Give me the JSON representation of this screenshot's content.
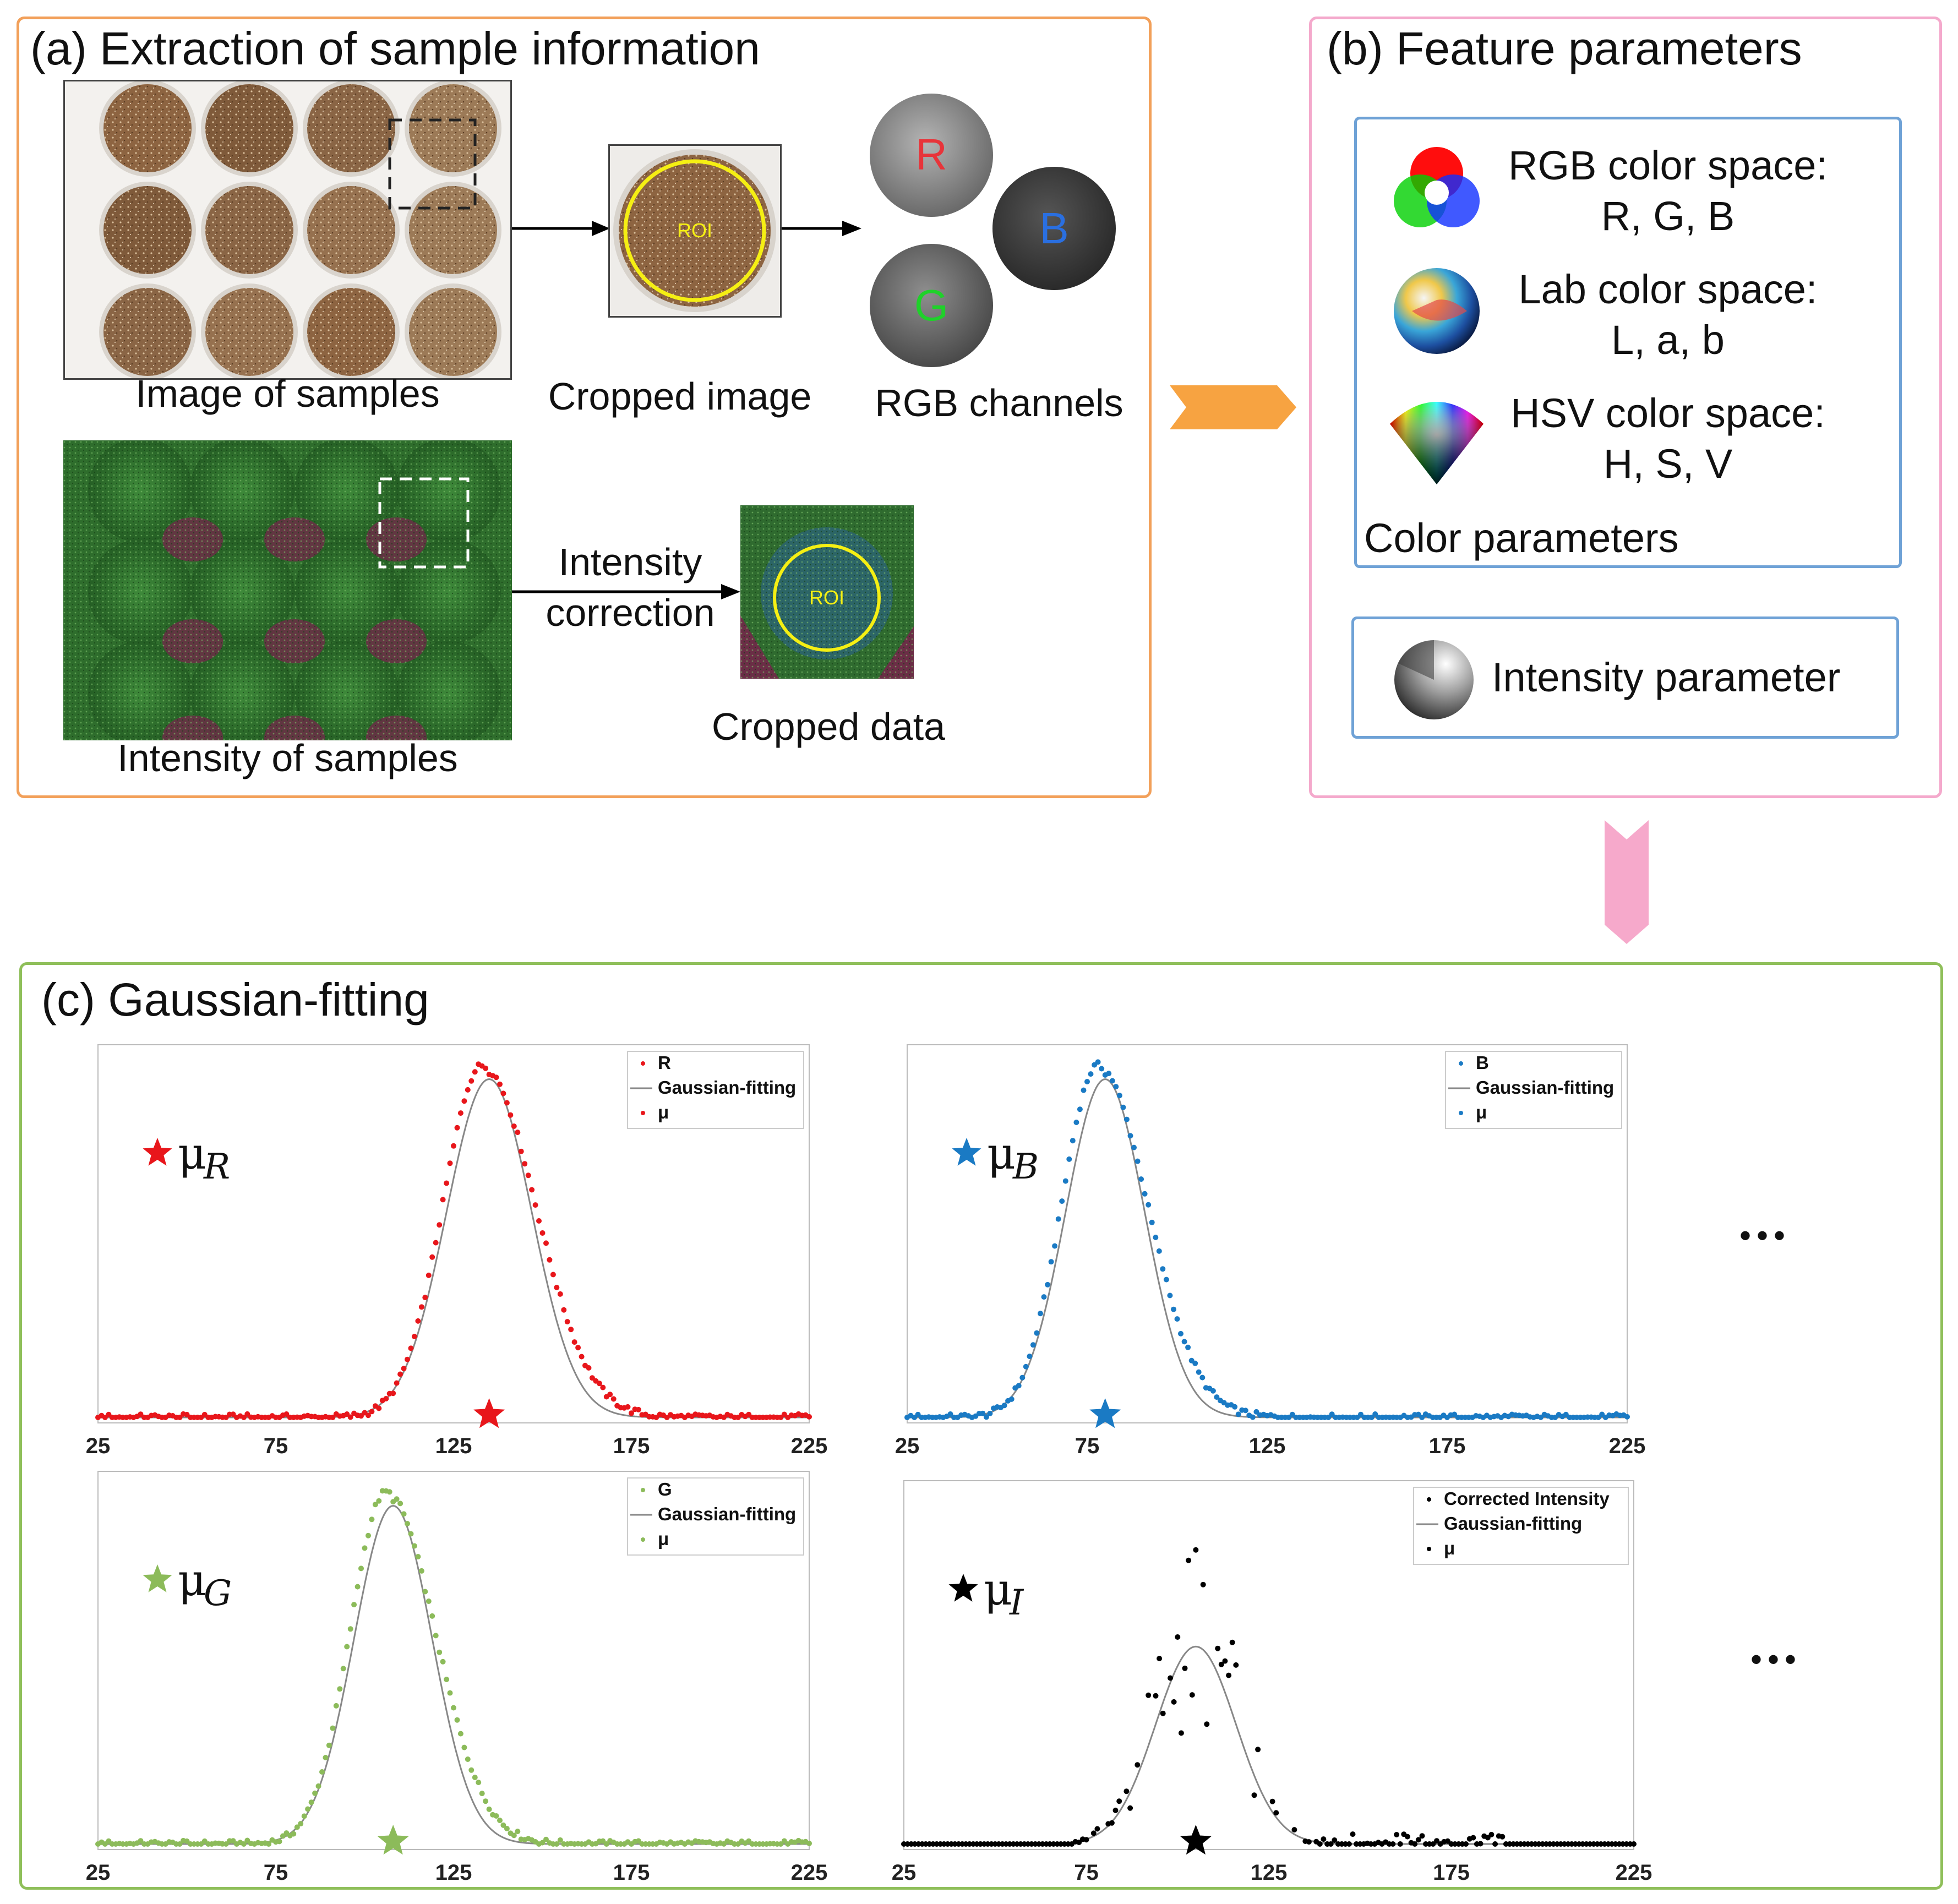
{
  "panel_a": {
    "title": "(a) Extraction of sample information",
    "image_label": "Image of samples",
    "cropped_label": "Cropped image",
    "rgb_label": "RGB channels",
    "intensity_label": "Intensity of samples",
    "correction_line1": "Intensity",
    "correction_line2": "correction",
    "cropped_data_label": "Cropped data",
    "roi": "ROI",
    "channels": [
      "R",
      "B",
      "G"
    ]
  },
  "panel_b": {
    "title": "(b) Feature parameters",
    "rgb_line1": "RGB color space:",
    "rgb_line2": "R, G, B",
    "lab_line1": "Lab color space:",
    "lab_line2": "L, a, b",
    "hsv_line1": "HSV color space:",
    "hsv_line2": "H, S, V",
    "color_params": "Color parameters",
    "intensity_param": "Intensity parameter"
  },
  "panel_c": {
    "title": "(c) Gaussian-fitting",
    "ellipsis": "•••"
  },
  "colors": {
    "orange": "#f2a05a",
    "pink": "#f4a9cc",
    "green_border": "#8fbf5a",
    "blue_box": "#6fa2d6",
    "red": "#e8161b",
    "blue": "#1a7ac4",
    "green": "#8cbb5a",
    "black": "#000000"
  },
  "chart_data": [
    {
      "type": "scatter",
      "id": "R",
      "xlim": [
        25,
        225
      ],
      "xticks": [
        25,
        75,
        125,
        175,
        225
      ],
      "mu_label": "μ",
      "mu_sub": "R",
      "legend": [
        "R",
        "Gaussian-fitting",
        "μ"
      ],
      "mu": 135,
      "sigma": 12,
      "peak": 1.0,
      "color": "#e8161b",
      "marker": "dot"
    },
    {
      "type": "scatter",
      "id": "B",
      "xlim": [
        25,
        225
      ],
      "xticks": [
        25,
        75,
        125,
        175,
        225
      ],
      "mu_label": "μ",
      "mu_sub": "B",
      "legend": [
        "B",
        "Gaussian-fitting",
        "μ"
      ],
      "mu": 80,
      "sigma": 11,
      "peak": 1.0,
      "color": "#1a7ac4",
      "marker": "dot"
    },
    {
      "type": "scatter",
      "id": "G",
      "xlim": [
        25,
        225
      ],
      "xticks": [
        25,
        75,
        125,
        175,
        225
      ],
      "mu_label": "μ",
      "mu_sub": "G",
      "legend": [
        "G",
        "Gaussian-fitting",
        "μ"
      ],
      "mu": 108,
      "sigma": 11,
      "peak": 1.0,
      "color": "#8cbb5a",
      "marker": "dot"
    },
    {
      "type": "scatter",
      "id": "I",
      "xlim": [
        25,
        225
      ],
      "xticks": [
        25,
        75,
        125,
        175,
        225
      ],
      "mu_label": "μ",
      "mu_sub": "I",
      "legend": [
        "Corrected Intensity",
        "Gaussian-fitting",
        "μ"
      ],
      "mu": 105,
      "sigma": 11,
      "peak": 0.6,
      "color": "#000000",
      "marker": "dot"
    }
  ]
}
